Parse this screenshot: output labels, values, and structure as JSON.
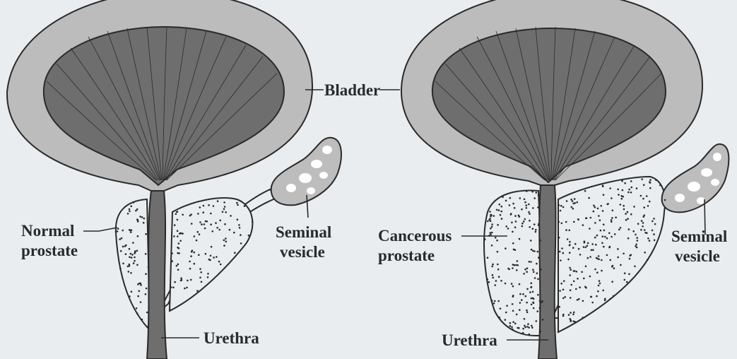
{
  "colors": {
    "background": "#e9edf0",
    "bladder_wall": "#bcbcbc",
    "bladder_lumen": "#6e6e6e",
    "urethra": "#6e6e6e",
    "prostate_fill": "#e9edf0",
    "seminal_fill": "#bdbdbd",
    "stroke": "#2a2a2a"
  },
  "left_panel": {
    "bladder": "Bladder",
    "normal_prostate": [
      "Normal",
      "prostate"
    ],
    "seminal_vesicle": [
      "Seminal",
      "vesicle"
    ],
    "urethra": "Urethra"
  },
  "right_panel": {
    "cancerous_prostate": [
      "Cancerous",
      "prostate"
    ],
    "seminal_vesicle": [
      "Seminal",
      "vesicle"
    ],
    "urethra": "Urethra"
  }
}
